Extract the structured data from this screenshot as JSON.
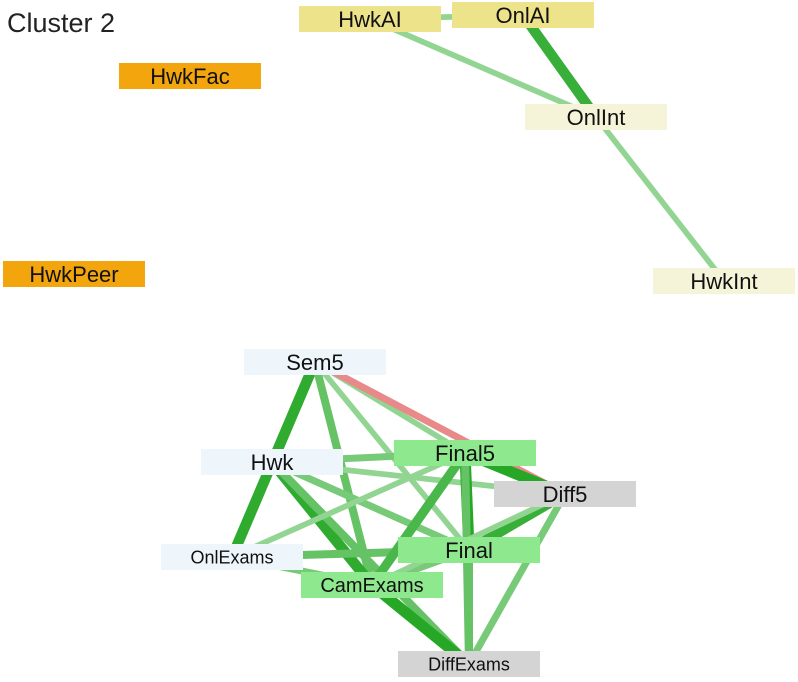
{
  "title": "Cluster 2",
  "nodes": [
    {
      "id": "HwkAI",
      "label": "HwkAI",
      "color": "#ede38a"
    },
    {
      "id": "OnlAI",
      "label": "OnlAI",
      "color": "#ede38a"
    },
    {
      "id": "OnlInt",
      "label": "OnlInt",
      "color": "#f6f4d8"
    },
    {
      "id": "HwkInt",
      "label": "HwkInt",
      "color": "#f6f4d8"
    },
    {
      "id": "HwkFac",
      "label": "HwkFac",
      "color": "#f2a50c"
    },
    {
      "id": "HwkPeer",
      "label": "HwkPeer",
      "color": "#f2a50c"
    },
    {
      "id": "Sem5",
      "label": "Sem5",
      "color": "#eef6fc"
    },
    {
      "id": "Hwk",
      "label": "Hwk",
      "color": "#eef6fc"
    },
    {
      "id": "OnlExams",
      "label": "OnlExams",
      "color": "#eef6fc"
    },
    {
      "id": "Final5",
      "label": "Final5",
      "color": "#8ee88e"
    },
    {
      "id": "Final",
      "label": "Final",
      "color": "#8ee88e"
    },
    {
      "id": "CamExams",
      "label": "CamExams",
      "color": "#8ee88e"
    },
    {
      "id": "Diff5",
      "label": "Diff5",
      "color": "#d4d4d4"
    },
    {
      "id": "DiffExams",
      "label": "DiffExams",
      "color": "#d4d4d4"
    }
  ],
  "edges": [
    {
      "source": "HwkAI",
      "target": "OnlAI",
      "weight": 0.3,
      "sign": "positive"
    },
    {
      "source": "HwkAI",
      "target": "OnlInt",
      "weight": 0.3,
      "sign": "positive"
    },
    {
      "source": "OnlAI",
      "target": "OnlInt",
      "weight": 0.8,
      "sign": "positive"
    },
    {
      "source": "OnlInt",
      "target": "HwkInt",
      "weight": 0.3,
      "sign": "positive"
    },
    {
      "source": "Sem5",
      "target": "Hwk",
      "weight": 0.3,
      "sign": "positive"
    },
    {
      "source": "Sem5",
      "target": "OnlExams",
      "weight": 0.85,
      "sign": "positive"
    },
    {
      "source": "Sem5",
      "target": "CamExams",
      "weight": 0.55,
      "sign": "positive"
    },
    {
      "source": "Sem5",
      "target": "Final5",
      "weight": 0.3,
      "sign": "positive"
    },
    {
      "source": "Sem5",
      "target": "Diff5",
      "weight": 0.45,
      "sign": "negative"
    },
    {
      "source": "Sem5",
      "target": "Final",
      "weight": 0.3,
      "sign": "positive"
    },
    {
      "source": "Hwk",
      "target": "Final5",
      "weight": 0.45,
      "sign": "positive"
    },
    {
      "source": "Hwk",
      "target": "CamExams",
      "weight": 0.85,
      "sign": "positive"
    },
    {
      "source": "Hwk",
      "target": "Final",
      "weight": 0.45,
      "sign": "positive"
    },
    {
      "source": "Hwk",
      "target": "Diff5",
      "weight": 0.3,
      "sign": "positive"
    },
    {
      "source": "Hwk",
      "target": "DiffExams",
      "weight": 0.55,
      "sign": "positive"
    },
    {
      "source": "OnlExams",
      "target": "Final5",
      "weight": 0.3,
      "sign": "positive"
    },
    {
      "source": "OnlExams",
      "target": "Final",
      "weight": 0.55,
      "sign": "positive"
    },
    {
      "source": "OnlExams",
      "target": "CamExams",
      "weight": 0.45,
      "sign": "positive"
    },
    {
      "source": "Final5",
      "target": "Final",
      "weight": 0.9,
      "sign": "positive"
    },
    {
      "source": "Final5",
      "target": "Diff5",
      "weight": 0.9,
      "sign": "positive"
    },
    {
      "source": "Final5",
      "target": "CamExams",
      "weight": 0.7,
      "sign": "positive"
    },
    {
      "source": "Final5",
      "target": "DiffExams",
      "weight": 0.55,
      "sign": "positive"
    },
    {
      "source": "Final",
      "target": "Diff5",
      "weight": 0.8,
      "sign": "positive"
    },
    {
      "source": "Final",
      "target": "CamExams",
      "weight": 0.45,
      "sign": "positive"
    },
    {
      "source": "Final",
      "target": "DiffExams",
      "weight": 0.55,
      "sign": "positive"
    },
    {
      "source": "CamExams",
      "target": "DiffExams",
      "weight": 0.9,
      "sign": "positive"
    },
    {
      "source": "Diff5",
      "target": "DiffExams",
      "weight": 0.45,
      "sign": "positive"
    },
    {
      "source": "Diff5",
      "target": "CamExams",
      "weight": 0.3,
      "sign": "positive"
    }
  ],
  "colors": {
    "positive_edge": "#2ea82e",
    "negative_edge": "#e88a8a"
  }
}
